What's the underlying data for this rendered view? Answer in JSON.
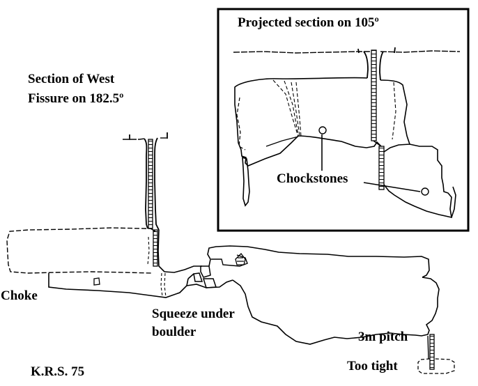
{
  "main_title": {
    "line1": "Section of West",
    "line2": "Fissure on 182.5º"
  },
  "inset": {
    "title": "Projected section on 105º",
    "chockstones_label": "Chockstones"
  },
  "labels": {
    "choke": "Choke",
    "squeeze_line1": "Squeeze under",
    "squeeze_line2": "boulder",
    "pitch": "3m pitch",
    "too_tight": "Too tight"
  },
  "credit": "K.R.S. 75"
}
